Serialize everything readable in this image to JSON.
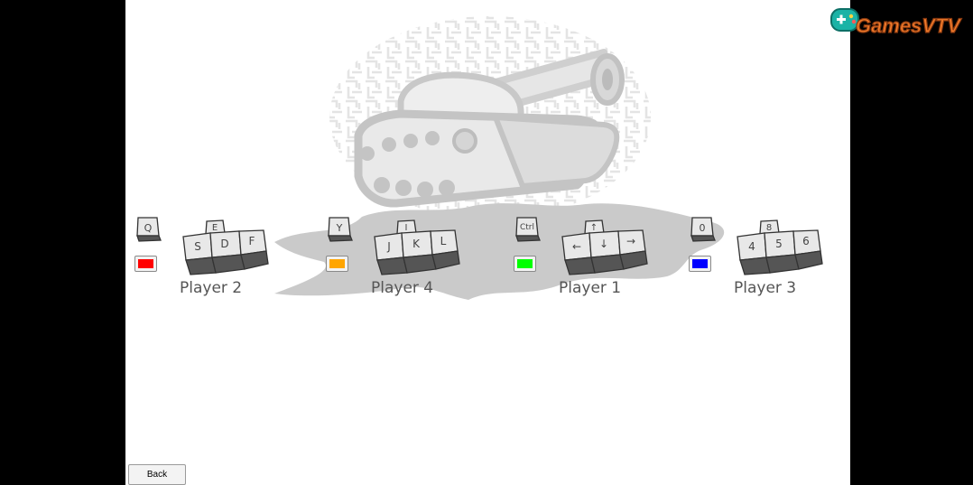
{
  "logo": {
    "text": "GamesVTV",
    "icon": "gamepad-icon"
  },
  "colors": {
    "red": "#ff0000",
    "orange": "#ffa500",
    "green": "#00ff00",
    "blue": "#0000ff"
  },
  "players": [
    {
      "name": "Player 2",
      "fire_key": "Q",
      "keys": {
        "up": "E",
        "left": "S",
        "down": "D",
        "right": "F"
      },
      "color": "#ff0000"
    },
    {
      "name": "Player 4",
      "fire_key": "Y",
      "keys": {
        "up": "I",
        "left": "J",
        "down": "K",
        "right": "L"
      },
      "color": "#ffa500"
    },
    {
      "name": "Player 1",
      "fire_key": "Ctrl",
      "keys": {
        "up": "↑",
        "left": "←",
        "down": "↓",
        "right": "→"
      },
      "color": "#00ff00"
    },
    {
      "name": "Player 3",
      "fire_key": "0",
      "keys": {
        "up": "8",
        "left": "4",
        "down": "5",
        "right": "6"
      },
      "color": "#0000ff"
    }
  ],
  "back_label": "Back"
}
